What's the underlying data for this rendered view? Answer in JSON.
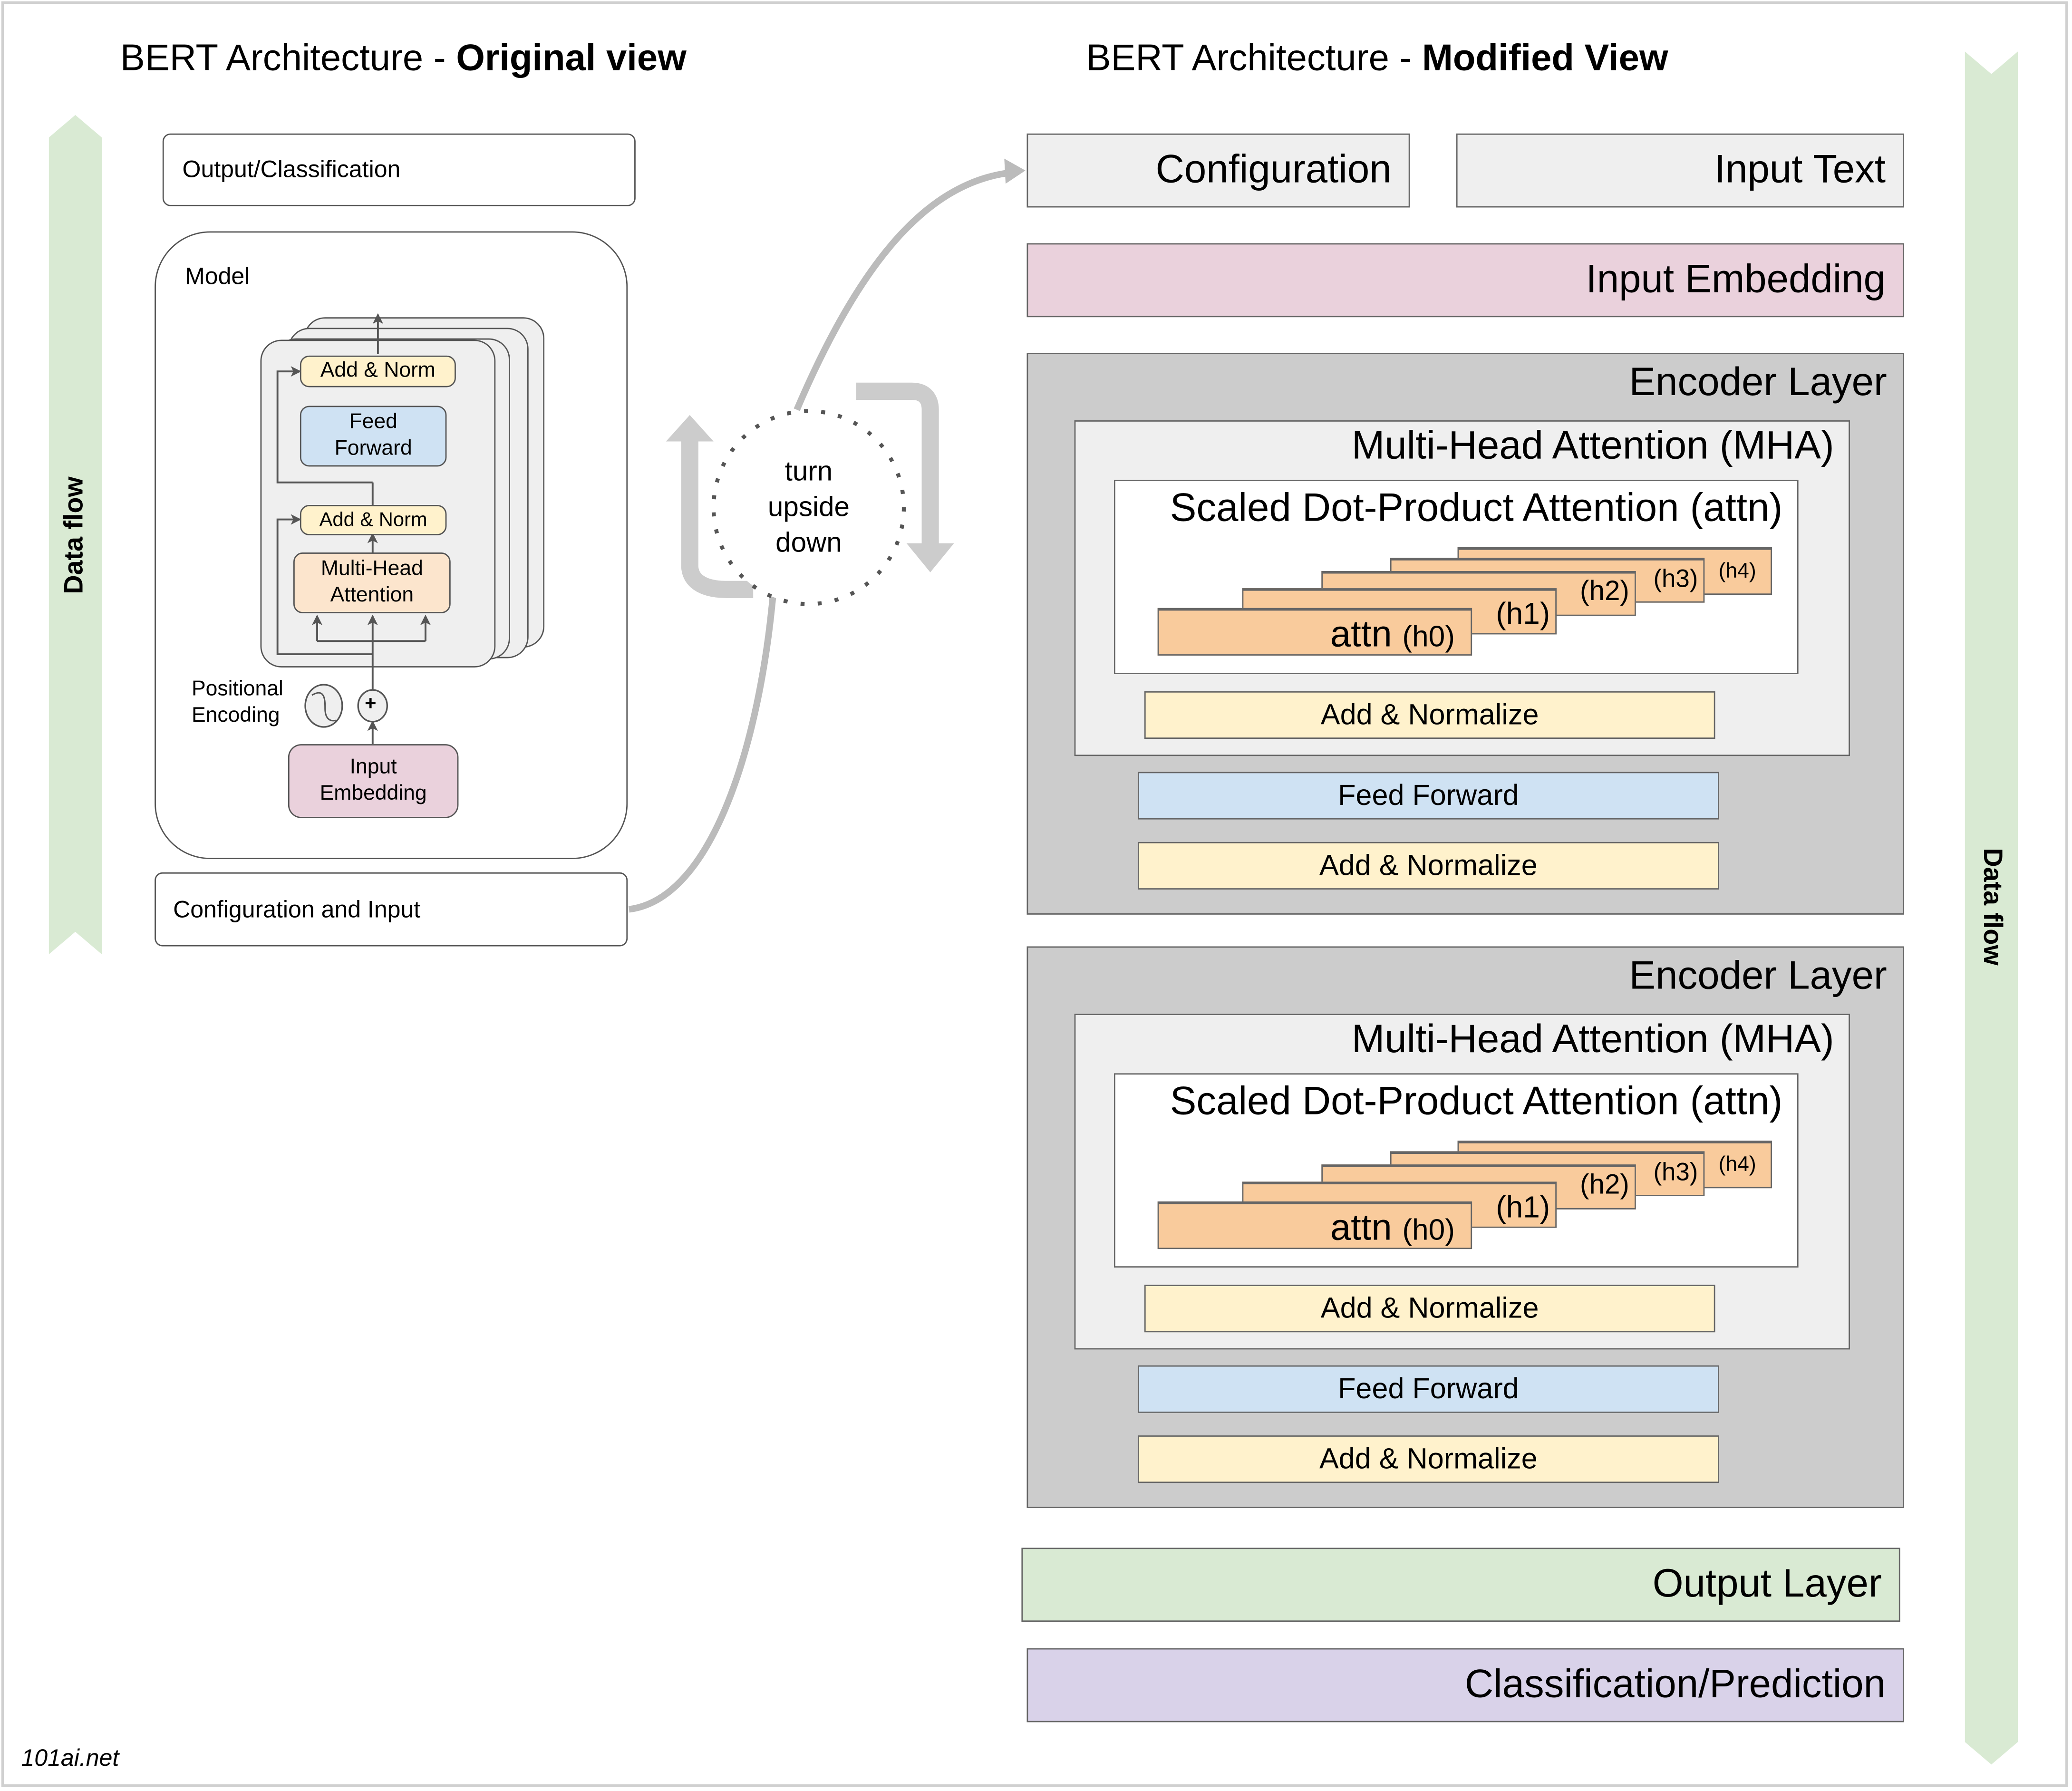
{
  "left_panel": {
    "title_prefix": "BERT Architecture - ",
    "title_bold": "Original view",
    "data_flow_label": "Data flow",
    "output_box": "Output/Classification",
    "model_label": "Model",
    "add_norm_top": "Add & Norm",
    "feed_forward_line1": "Feed",
    "feed_forward_line2": "Forward",
    "add_norm_bottom": "Add & Norm",
    "mha_line1": "Multi-Head",
    "mha_line2": "Attention",
    "positional_line1": "Positional",
    "positional_line2": "Encoding",
    "plus_symbol": "+",
    "input_emb_line1": "Input",
    "input_emb_line2": "Embedding",
    "config_box": "Configuration and Input"
  },
  "center": {
    "turn_line1": "turn",
    "turn_line2": "upside",
    "turn_line3": "down"
  },
  "right_panel": {
    "title_prefix": "BERT Architecture - ",
    "title_bold": "Modified View",
    "data_flow_label": "Data flow",
    "configuration": "Configuration",
    "input_text": "Input Text",
    "input_embedding": "Input Embedding",
    "encoder_layers": [
      {
        "title": "Encoder Layer",
        "mha_title": "Multi-Head Attention (MHA)",
        "sdpa_title": "Scaled Dot-Product Attention (attn)",
        "heads": [
          "attn (h0)",
          "(h1)",
          "(h2)",
          "(h3)",
          "(h4)"
        ],
        "add_norm_1": "Add & Normalize",
        "feed_forward": "Feed Forward",
        "add_norm_2": "Add & Normalize"
      },
      {
        "title": "Encoder Layer",
        "mha_title": "Multi-Head Attention (MHA)",
        "sdpa_title": "Scaled Dot-Product Attention (attn)",
        "heads": [
          "attn (h0)",
          "(h1)",
          "(h2)",
          "(h3)",
          "(h4)"
        ],
        "add_norm_1": "Add & Normalize",
        "feed_forward": "Feed Forward",
        "add_norm_2": "Add & Normalize"
      }
    ],
    "output_layer": "Output Layer",
    "classification": "Classification/Prediction"
  },
  "footer": {
    "watermark": "101ai.net"
  },
  "colors": {
    "data_flow_arrow": "#d9ead3",
    "embedding": "#ead1dc",
    "attention": "#f9cb9c",
    "norm": "#fff2cc",
    "feed_forward": "#cfe2f3",
    "output": "#d9ead3",
    "classification": "#d9d2e9",
    "encoder_bg": "#cccccc",
    "mha_bg": "#efefef"
  }
}
